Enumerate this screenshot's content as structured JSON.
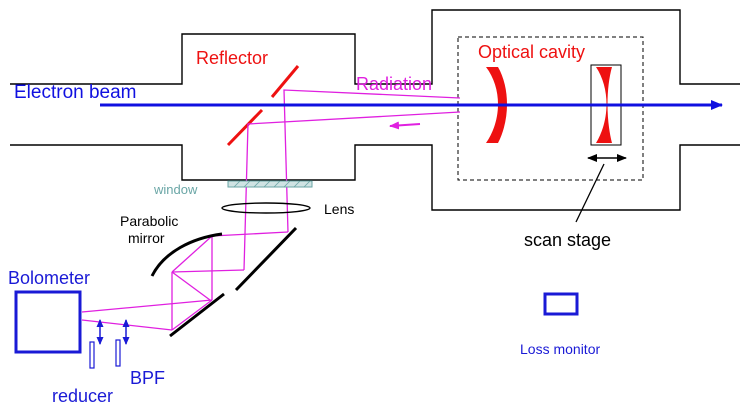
{
  "labels": {
    "reflector": "Reflector",
    "optical_cavity": "Optical cavity",
    "electron_beam": "Electron beam",
    "radiation": "Radiation",
    "window": "window",
    "lens": "Lens",
    "parabolic_mirror_line1": "Parabolic",
    "parabolic_mirror_line2": "mirror",
    "scan_stage": "scan stage",
    "bolometer": "Bolometer",
    "bpf": "BPF",
    "reducer": "reducer",
    "loss_monitor": "Loss monitor"
  },
  "colors": {
    "beam": "#1010e0",
    "radiation": "#e020e0",
    "reflector": "#ee1111",
    "window": "#6aa6a6",
    "chamber": "#000000",
    "detector": "#1a1ad6"
  }
}
